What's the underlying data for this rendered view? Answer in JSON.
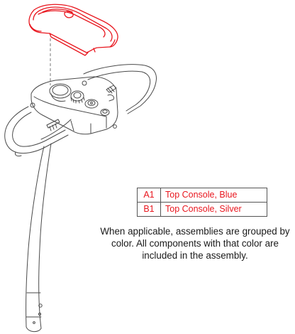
{
  "parts": [
    {
      "code": "A1",
      "description": "Top Console, Blue"
    },
    {
      "code": "B1",
      "description": "Top Console, Silver"
    }
  ],
  "note": "When applicable, assemblies are grouped by color. All components with that color are included in the assembly.",
  "colors": {
    "highlight": "#e8161e",
    "line": "#4a4a4a",
    "table_border": "#555555",
    "text": "#1a1a1a"
  }
}
